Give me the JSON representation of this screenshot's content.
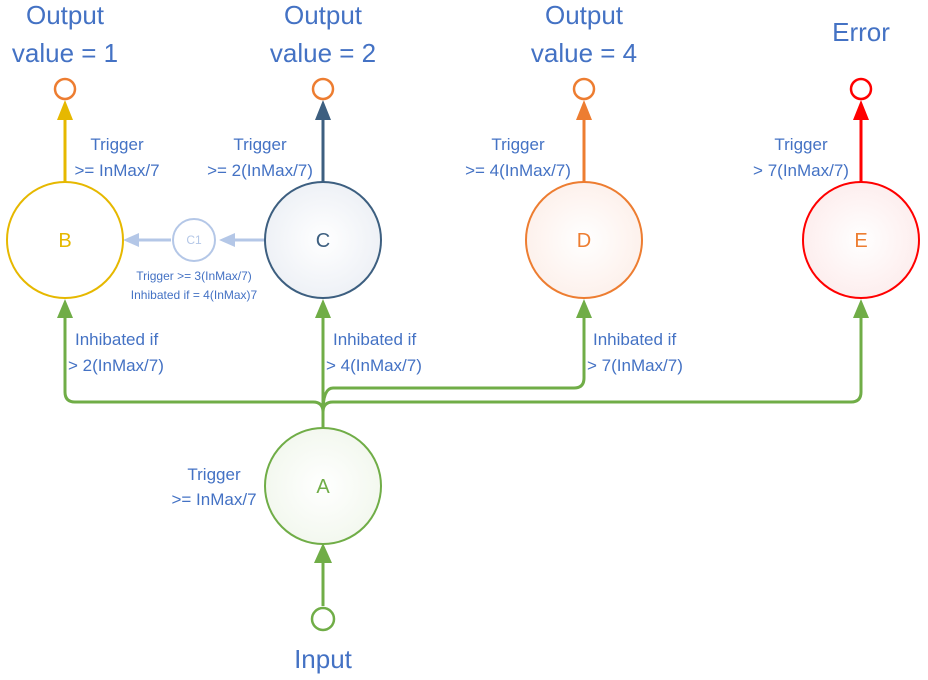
{
  "colors": {
    "label": "#4472c4",
    "green": "#70ad47",
    "gold": "#e6b800",
    "navy": "#3d5f80",
    "orange": "#ed7d31",
    "red": "#ff0000",
    "light": "#b4c7e7",
    "white": "#ffffff",
    "cGrad": "#eef1f6",
    "dGrad": "#fdf1ec",
    "eGrad": "#fdeeee",
    "aGrad": "#f3f8ef"
  },
  "outputs": {
    "b_line1": "Output",
    "b_line2": "value = 1",
    "c_line1": "Output",
    "c_line2": "value = 2",
    "d_line1": "Output",
    "d_line2": "value = 4",
    "e": "Error",
    "input": "Input"
  },
  "nodes": {
    "a": "A",
    "b": "B",
    "c": "C",
    "d": "D",
    "e": "E",
    "c1": "C1"
  },
  "triggers": {
    "b_1": "Trigger",
    "b_2": ">= InMax/7",
    "c_1": "Trigger",
    "c_2": ">= 2(InMax/7)",
    "d_1": "Trigger",
    "d_2": ">= 4(InMax/7)",
    "e_1": "Trigger",
    "e_2": "> 7(InMax/7)",
    "a_1": "Trigger",
    "a_2": ">= InMax/7"
  },
  "c1_notes": {
    "line1": "Trigger >= 3(InMax/7)",
    "line2": "Inhibated if = 4(InMax)7"
  },
  "inhibits": {
    "b_1": "Inhibated if",
    "b_2": "> 2(InMax/7)",
    "c_1": "Inhibated if",
    "c_2": "> 4(InMax/7)",
    "d_1": "Inhibated if",
    "d_2": "> 7(InMax/7)"
  }
}
